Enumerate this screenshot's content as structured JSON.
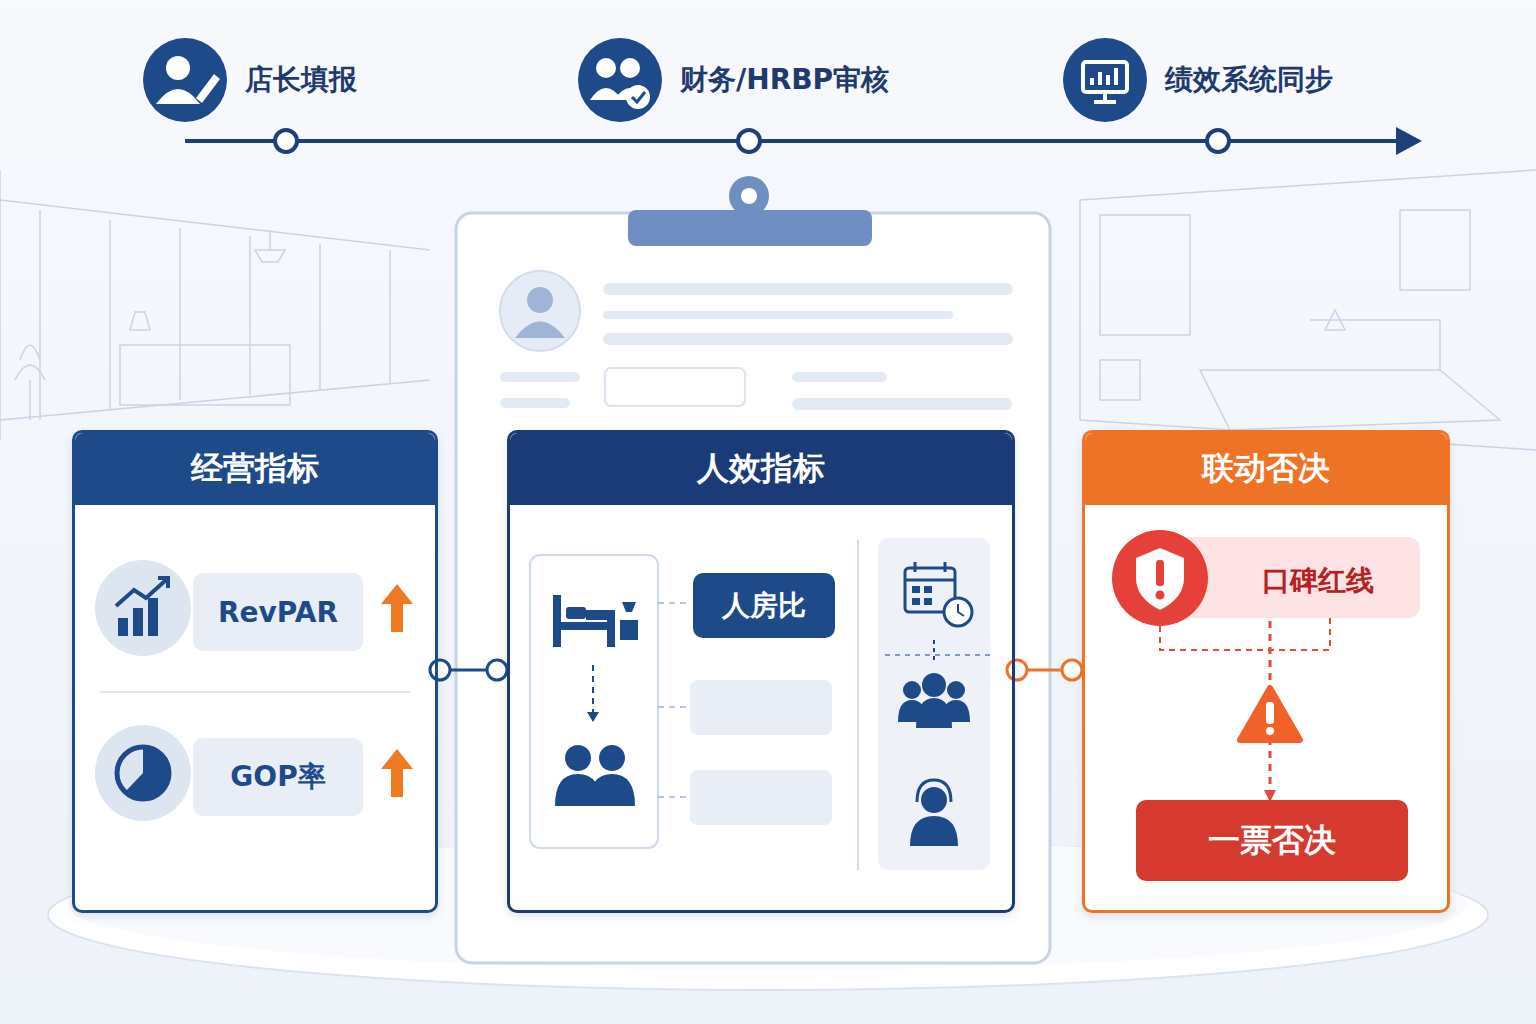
{
  "diagram": {
    "nodes": [
      {
        "text": [
          "经营指标"
        ]
      },
      {
        "text": [
          "RevPAR"
        ],
        "in": 0
      },
      {
        "text": [
          "GOP率"
        ],
        "in": 0
      },
      {
        "text": [
          "人效指标"
        ]
      },
      {
        "text": [
          "人房比"
        ],
        "in": 3
      },
      {
        "text": [
          "联动否决"
        ]
      },
      {
        "text": [
          "口碑红线"
        ],
        "in": 5
      },
      {
        "text": [
          "一票否决"
        ],
        "in": 5
      }
    ],
    "edges": [
      {
        "from": 0,
        "to": 3,
        "arrow": "none"
      },
      {
        "from": 3,
        "to": 5,
        "arrow": "none"
      },
      {
        "from": 6,
        "to": 7,
        "arrow": "to"
      }
    ],
    "labels": [
      "店长填报",
      "财务/HRBP审核",
      "绩效系统同步"
    ]
  }
}
